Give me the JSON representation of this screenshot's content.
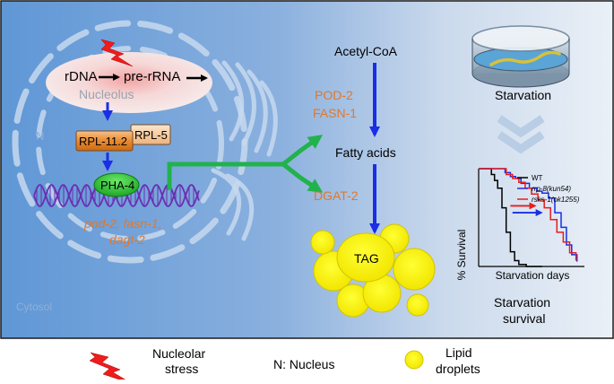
{
  "colors": {
    "panel_dark": "#5f97d6",
    "panel_light": "#e6edf5",
    "gene_text": "#e0782b",
    "arrow_blue": "#1a2ee6",
    "arrow_green": "#22b24c",
    "lipid_yellow": "#ffff00",
    "pha4_green": "#22c32f",
    "dna_purple": "#6a2fb2",
    "stress_red": "#ee1c1c"
  },
  "cell": {
    "rdna": "rDNA",
    "pre_rrna": "pre-rRNA",
    "nucleolus": "Nucleolus",
    "nucleus_letter": "N",
    "rpl_11_2": "RPL-11.2",
    "rpl_5": "RPL-5",
    "pha_4": "PHA-4",
    "target_genes_line1": "pod-2, fasn-1,",
    "target_genes_line2": "dagt-2",
    "cytosol": "Cytosol"
  },
  "pathway": {
    "acetyl_coa": "Acetyl-CoA",
    "pod_2": "POD-2",
    "fasn_1": "FASN-1",
    "fatty_acids": "Fatty acids",
    "dgat_2": "DGAT-2",
    "tag": "TAG"
  },
  "starvation": {
    "title": "Starvation",
    "caption_line1": "Starvation",
    "caption_line2": "survival"
  },
  "chart_data": {
    "type": "line",
    "title": "",
    "xlabel": "Starvation days",
    "ylabel": "% Survival",
    "xlim": [
      0,
      10
    ],
    "ylim": [
      0,
      100
    ],
    "grid": false,
    "legend": "top-right",
    "series": [
      {
        "name": "WT",
        "color": "#000000",
        "x": [
          0,
          1.0,
          1.2,
          1.5,
          1.8,
          2.2,
          2.6,
          3.0,
          3.4,
          3.8,
          4.5,
          6.0
        ],
        "y": [
          100,
          100,
          94,
          88,
          80,
          60,
          35,
          15,
          6,
          2,
          0,
          0
        ]
      },
      {
        "name": "rrp-8(kun54)",
        "color": "#1a2ee6",
        "x": [
          0,
          2.0,
          2.5,
          3.0,
          3.5,
          4.0,
          4.8,
          5.5,
          6.0,
          6.6,
          7.2,
          7.8,
          8.3,
          8.8,
          9.3
        ],
        "y": [
          100,
          100,
          96,
          92,
          90,
          85,
          80,
          77,
          75,
          70,
          55,
          40,
          22,
          12,
          5
        ]
      },
      {
        "name": "rsks-1(ok1255)",
        "color": "#e61e1e",
        "x": [
          0,
          2.0,
          2.6,
          3.2,
          3.8,
          4.4,
          5.0,
          5.6,
          6.2,
          6.8,
          7.4,
          8.0,
          8.6,
          9.2
        ],
        "y": [
          100,
          100,
          94,
          90,
          86,
          80,
          74,
          68,
          60,
          48,
          35,
          25,
          14,
          6
        ]
      }
    ]
  },
  "legend": {
    "nucleolar_stress_line1": "Nucleolar",
    "nucleolar_stress_line2": "stress",
    "nucleus": "N: Nucleus",
    "lipid_line1": "Lipid",
    "lipid_line2": "droplets"
  }
}
